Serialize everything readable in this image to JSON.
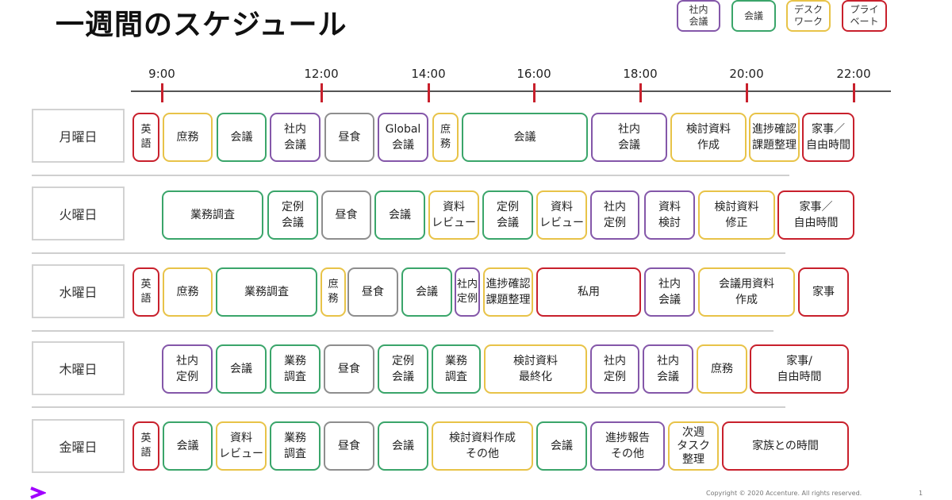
{
  "title": "一週間のスケジュール",
  "legend": [
    {
      "label": "社内\n会議",
      "cat": "purple"
    },
    {
      "label": "会議",
      "cat": "green"
    },
    {
      "label": "デスク\nワーク",
      "cat": "yellow"
    },
    {
      "label": "プライ\nベート",
      "cat": "red"
    }
  ],
  "timeline": [
    "9:00",
    "12:00",
    "14:00",
    "16:00",
    "18:00",
    "20:00",
    "22:00"
  ],
  "days": [
    {
      "label": "月曜日",
      "blocks": [
        {
          "t": "英\n語",
          "c": "red"
        },
        {
          "t": "庶務",
          "c": "yellow"
        },
        {
          "t": "会議",
          "c": "green"
        },
        {
          "t": "社内\n会議",
          "c": "purple"
        },
        {
          "t": "昼食",
          "c": "gray"
        },
        {
          "t": "Global\n会議",
          "c": "purple"
        },
        {
          "t": "庶\n務",
          "c": "yellow"
        },
        {
          "t": "会議",
          "c": "green"
        },
        {
          "t": "社内\n会議",
          "c": "purple"
        },
        {
          "t": "検討資料\n作成",
          "c": "yellow"
        },
        {
          "t": "進捗確認\n課題整理",
          "c": "yellow"
        },
        {
          "t": "家事／\n自由時間",
          "c": "red"
        }
      ]
    },
    {
      "label": "火曜日",
      "blocks": [
        {
          "t": "業務調査",
          "c": "green"
        },
        {
          "t": "定例\n会議",
          "c": "green"
        },
        {
          "t": "昼食",
          "c": "gray"
        },
        {
          "t": "会議",
          "c": "green"
        },
        {
          "t": "資料\nレビュー",
          "c": "yellow"
        },
        {
          "t": "定例\n会議",
          "c": "green"
        },
        {
          "t": "資料\nレビュー",
          "c": "yellow"
        },
        {
          "t": "社内\n定例",
          "c": "purple"
        },
        {
          "t": "資料\n検討",
          "c": "purple"
        },
        {
          "t": "検討資料\n修正",
          "c": "yellow"
        },
        {
          "t": "家事／\n自由時間",
          "c": "red"
        }
      ]
    },
    {
      "label": "水曜日",
      "blocks": [
        {
          "t": "英\n語",
          "c": "red"
        },
        {
          "t": "庶務",
          "c": "yellow"
        },
        {
          "t": "業務調査",
          "c": "green"
        },
        {
          "t": "庶\n務",
          "c": "yellow"
        },
        {
          "t": "昼食",
          "c": "gray"
        },
        {
          "t": "会議",
          "c": "green"
        },
        {
          "t": "社内\n定例",
          "c": "purple"
        },
        {
          "t": "進捗確認\n課題整理",
          "c": "yellow"
        },
        {
          "t": "私用",
          "c": "red"
        },
        {
          "t": "社内\n会議",
          "c": "purple"
        },
        {
          "t": "会議用資料\n作成",
          "c": "yellow"
        },
        {
          "t": "家事",
          "c": "red"
        }
      ]
    },
    {
      "label": "木曜日",
      "blocks": [
        {
          "t": "社内\n定例",
          "c": "purple"
        },
        {
          "t": "会議",
          "c": "green"
        },
        {
          "t": "業務\n調査",
          "c": "green"
        },
        {
          "t": "昼食",
          "c": "gray"
        },
        {
          "t": "定例\n会議",
          "c": "green"
        },
        {
          "t": "業務\n調査",
          "c": "green"
        },
        {
          "t": "検討資料\n最終化",
          "c": "yellow"
        },
        {
          "t": "社内\n定例",
          "c": "purple"
        },
        {
          "t": "社内\n会議",
          "c": "purple"
        },
        {
          "t": "庶務",
          "c": "yellow"
        },
        {
          "t": "家事/\n自由時間",
          "c": "red"
        }
      ]
    },
    {
      "label": "金曜日",
      "blocks": [
        {
          "t": "英\n語",
          "c": "red"
        },
        {
          "t": "会議",
          "c": "green"
        },
        {
          "t": "資料\nレビュー",
          "c": "yellow"
        },
        {
          "t": "業務\n調査",
          "c": "green"
        },
        {
          "t": "昼食",
          "c": "gray"
        },
        {
          "t": "会議",
          "c": "green"
        },
        {
          "t": "検討資料作成\nその他",
          "c": "yellow"
        },
        {
          "t": "会議",
          "c": "green"
        },
        {
          "t": "進捗報告\nその他",
          "c": "purple"
        },
        {
          "t": "次週\nタスク\n整理",
          "c": "yellow"
        },
        {
          "t": "家族との時間",
          "c": "red"
        }
      ]
    }
  ],
  "footer": "Copyright © 2020 Accenture. All rights reserved.",
  "page_number": "1"
}
